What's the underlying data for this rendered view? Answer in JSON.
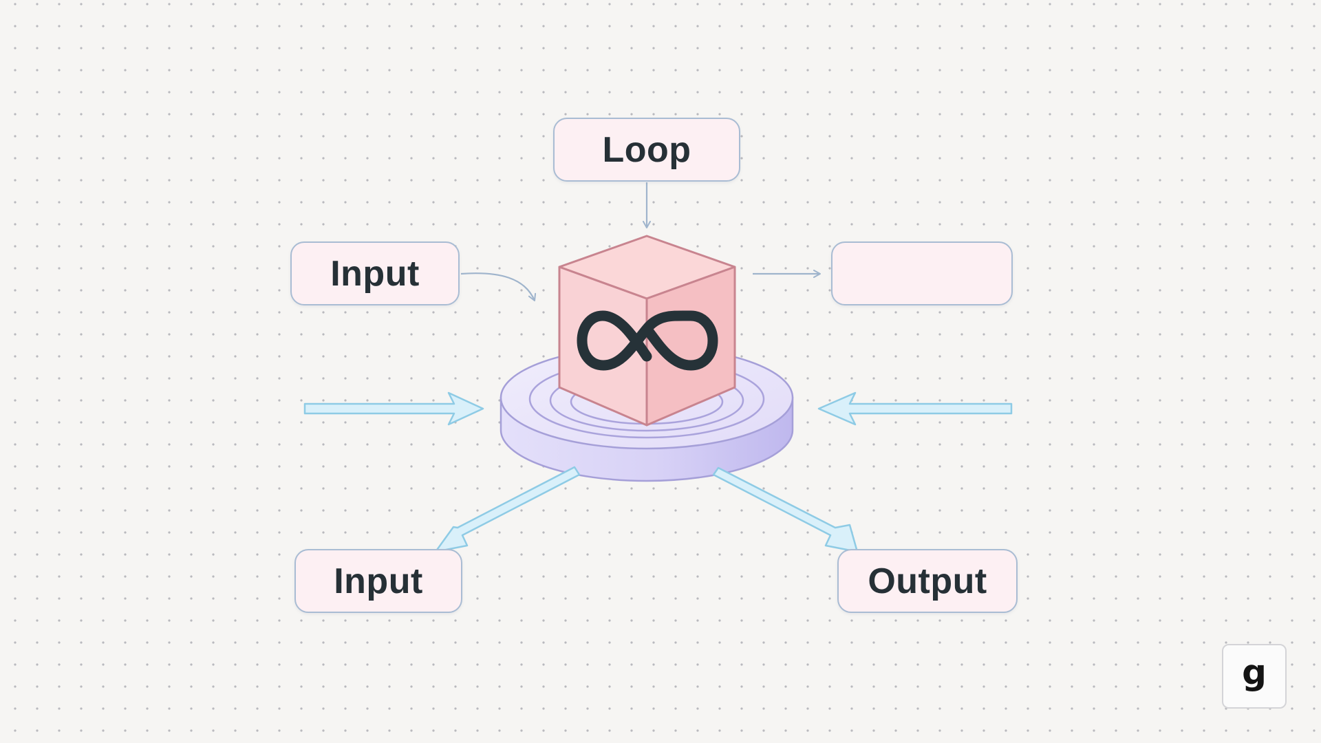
{
  "diagram": {
    "nodes": {
      "loop": "Loop",
      "input_top": "Input",
      "empty_box": "",
      "input_bottom": "Input",
      "output": "Output"
    },
    "center_icon": "infinity-icon",
    "center_shape": "cube-on-platform",
    "colors": {
      "background": "#f6f5f3",
      "node_fill": "#fdf0f3",
      "node_border": "#a9bcd3",
      "text": "#263036",
      "cube": "#f7c9cc",
      "platform": "#ddd8f7",
      "arrow_fill": "#d9f0fa",
      "arrow_stroke": "#8ecbe5"
    }
  },
  "logo": {
    "letter": "g"
  }
}
